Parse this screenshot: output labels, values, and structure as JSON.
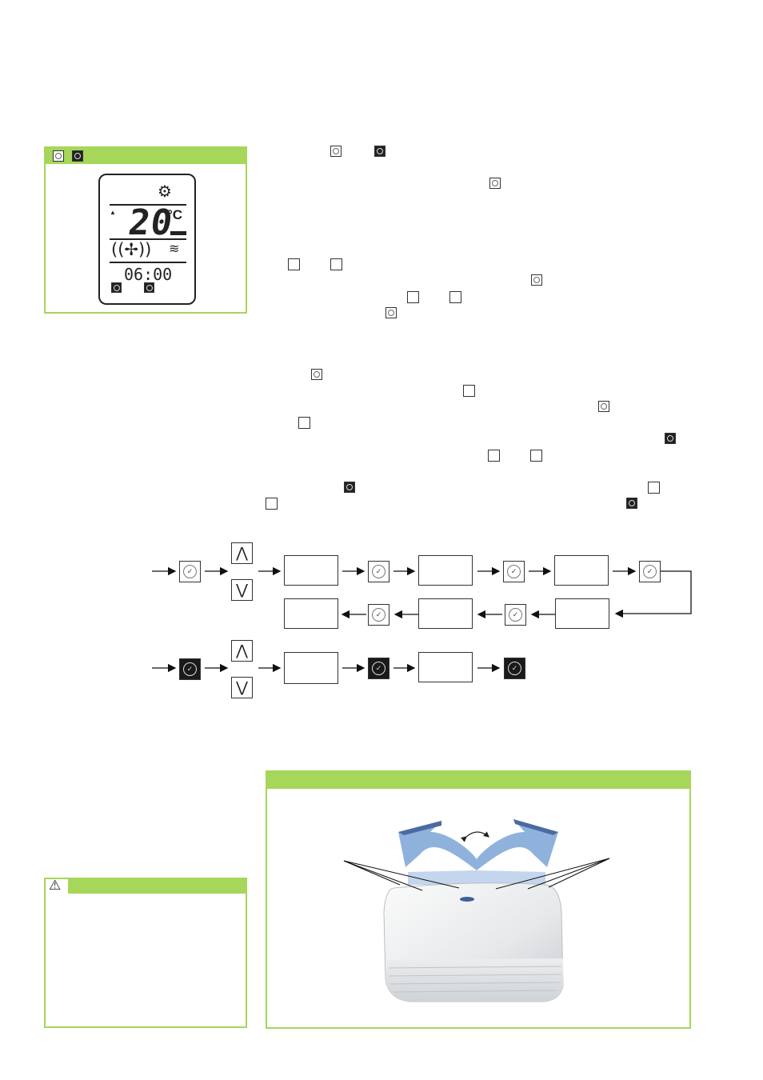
{
  "lcd": {
    "temperature": "20",
    "unit": "°C",
    "clock": "06:00"
  },
  "flow": {
    "up_symbol": "⋀",
    "down_symbol": "⋁",
    "check_symbol": "✓"
  },
  "colors": {
    "accent_green": "#a6d65a",
    "airflow_blue": "#8fb2dc"
  },
  "icons": [
    "timer-on-icon",
    "timer-off-icon",
    "gear-icon",
    "fan-icon",
    "swing-icon",
    "warning-icon",
    "up-arrow-icon",
    "down-arrow-icon"
  ]
}
